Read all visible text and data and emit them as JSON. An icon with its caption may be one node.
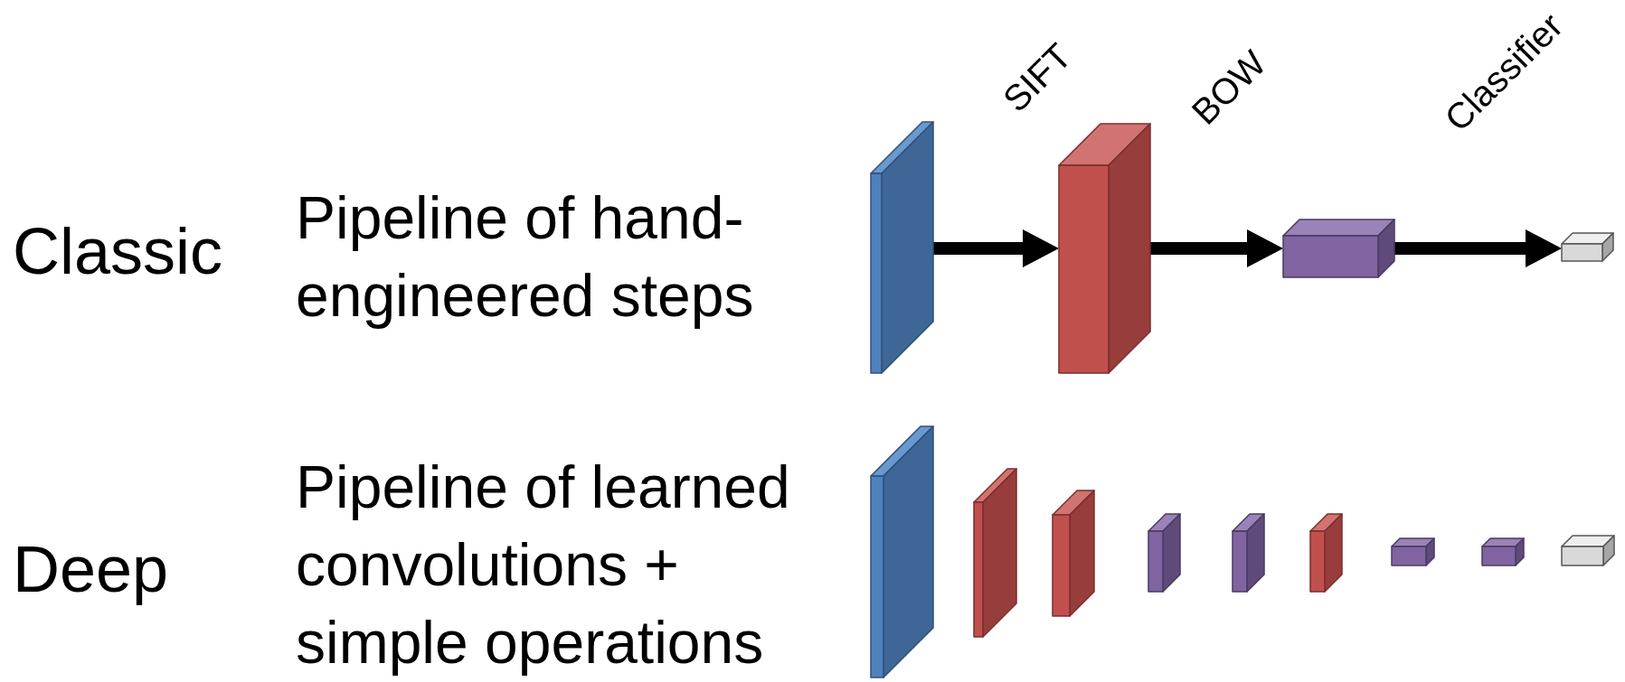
{
  "diagram": {
    "nodes": [
      {
        "text": [],
        "shape": "box"
      },
      {
        "text": [],
        "shape": "box"
      },
      {
        "text": [],
        "shape": "box"
      },
      {
        "text": [],
        "shape": "box"
      },
      {
        "text": [],
        "shape": "box"
      },
      {
        "text": [],
        "shape": "box"
      },
      {
        "text": [],
        "shape": "box"
      },
      {
        "text": [],
        "shape": "box"
      },
      {
        "text": [],
        "shape": "box"
      },
      {
        "text": [],
        "shape": "box"
      },
      {
        "text": [],
        "shape": "box"
      },
      {
        "text": [],
        "shape": "box"
      },
      {
        "text": [],
        "shape": "box"
      }
    ],
    "edges": [
      {
        "from": 0,
        "to": 1,
        "arrow": "to",
        "label": "SIFT"
      },
      {
        "from": 1,
        "to": 2,
        "arrow": "to",
        "label": "BOW"
      },
      {
        "from": 2,
        "to": 3,
        "arrow": "to",
        "label": "Classifier"
      }
    ],
    "labels": [
      "Classic",
      "Pipeline of hand-engineered steps",
      "Deep",
      "Pipeline of learned convolutions + simple operations"
    ]
  }
}
